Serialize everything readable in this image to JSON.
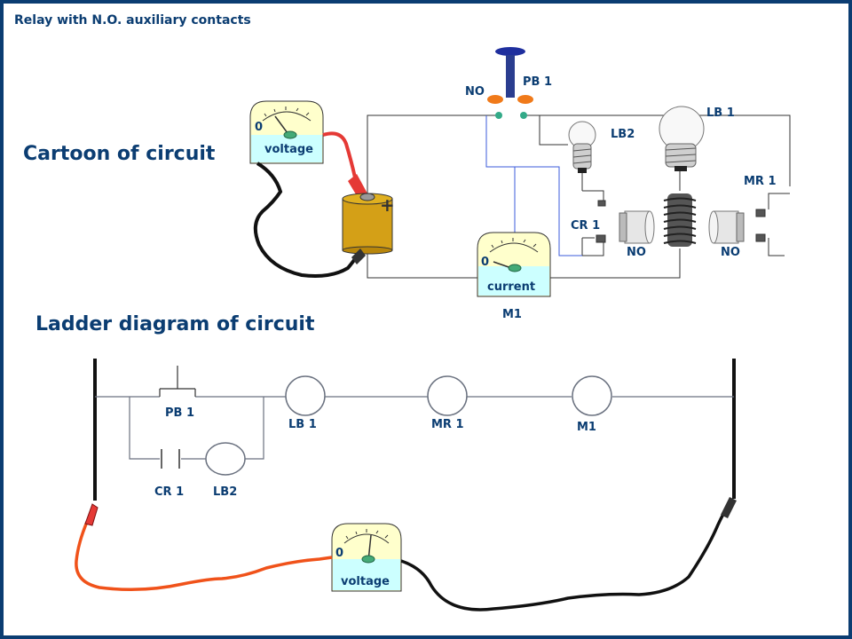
{
  "page_title": "Relay with N.O. auxiliary contacts",
  "cartoon": {
    "heading": "Cartoon of circuit",
    "pb1": "PB 1",
    "pb_no": "NO",
    "lb2": "LB2",
    "lb1": "LB 1",
    "mr1": "MR 1",
    "cr1": "CR 1",
    "no_left": "NO",
    "no_right": "NO",
    "m1": "M1",
    "voltmeter_label": "voltage",
    "voltmeter_zero": "0",
    "ammeter_label": "current",
    "ammeter_zero": "0",
    "battery_plus": "+"
  },
  "ladder": {
    "heading": "Ladder diagram of circuit",
    "pb1": "PB 1",
    "lb1": "LB 1",
    "mr1": "MR 1",
    "m1": "M1",
    "cr1": "CR 1",
    "lb2": "LB2",
    "voltmeter_label": "voltage",
    "voltmeter_zero": "0"
  },
  "colors": {
    "frame": "#0b3d72",
    "label": "#0b3d72",
    "meter_face": "#ffffcc",
    "meter_scale": "#ccffff",
    "battery": "#d4a017",
    "positive_lead": "#e53935",
    "ladder_lead": "#f0521a"
  }
}
